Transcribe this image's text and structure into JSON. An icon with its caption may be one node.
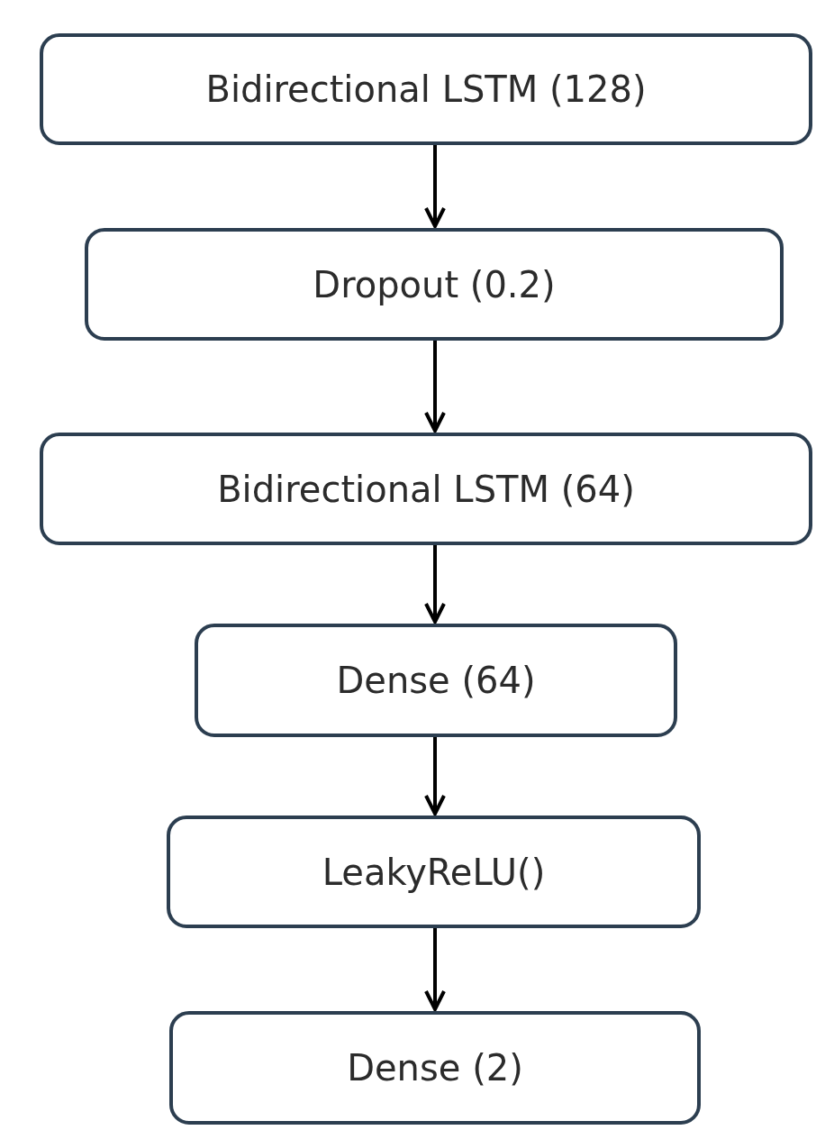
{
  "diagram": {
    "nodes": [
      {
        "text": [
          "Bidirectional LSTM (128)"
        ]
      },
      {
        "text": [
          "Dropout (0.2)"
        ]
      },
      {
        "text": [
          "Bidirectional LSTM (64)"
        ]
      },
      {
        "text": [
          "Dense (64)"
        ]
      },
      {
        "text": [
          "LeakyReLU()"
        ]
      },
      {
        "text": [
          "Dense (2)"
        ]
      }
    ],
    "edges": [
      {
        "from": 0,
        "to": 1,
        "arrow": "to"
      },
      {
        "from": 1,
        "to": 2,
        "arrow": "to"
      },
      {
        "from": 2,
        "to": 3,
        "arrow": "to"
      },
      {
        "from": 3,
        "to": 4,
        "arrow": "to"
      },
      {
        "from": 4,
        "to": 5,
        "arrow": "to"
      }
    ]
  }
}
